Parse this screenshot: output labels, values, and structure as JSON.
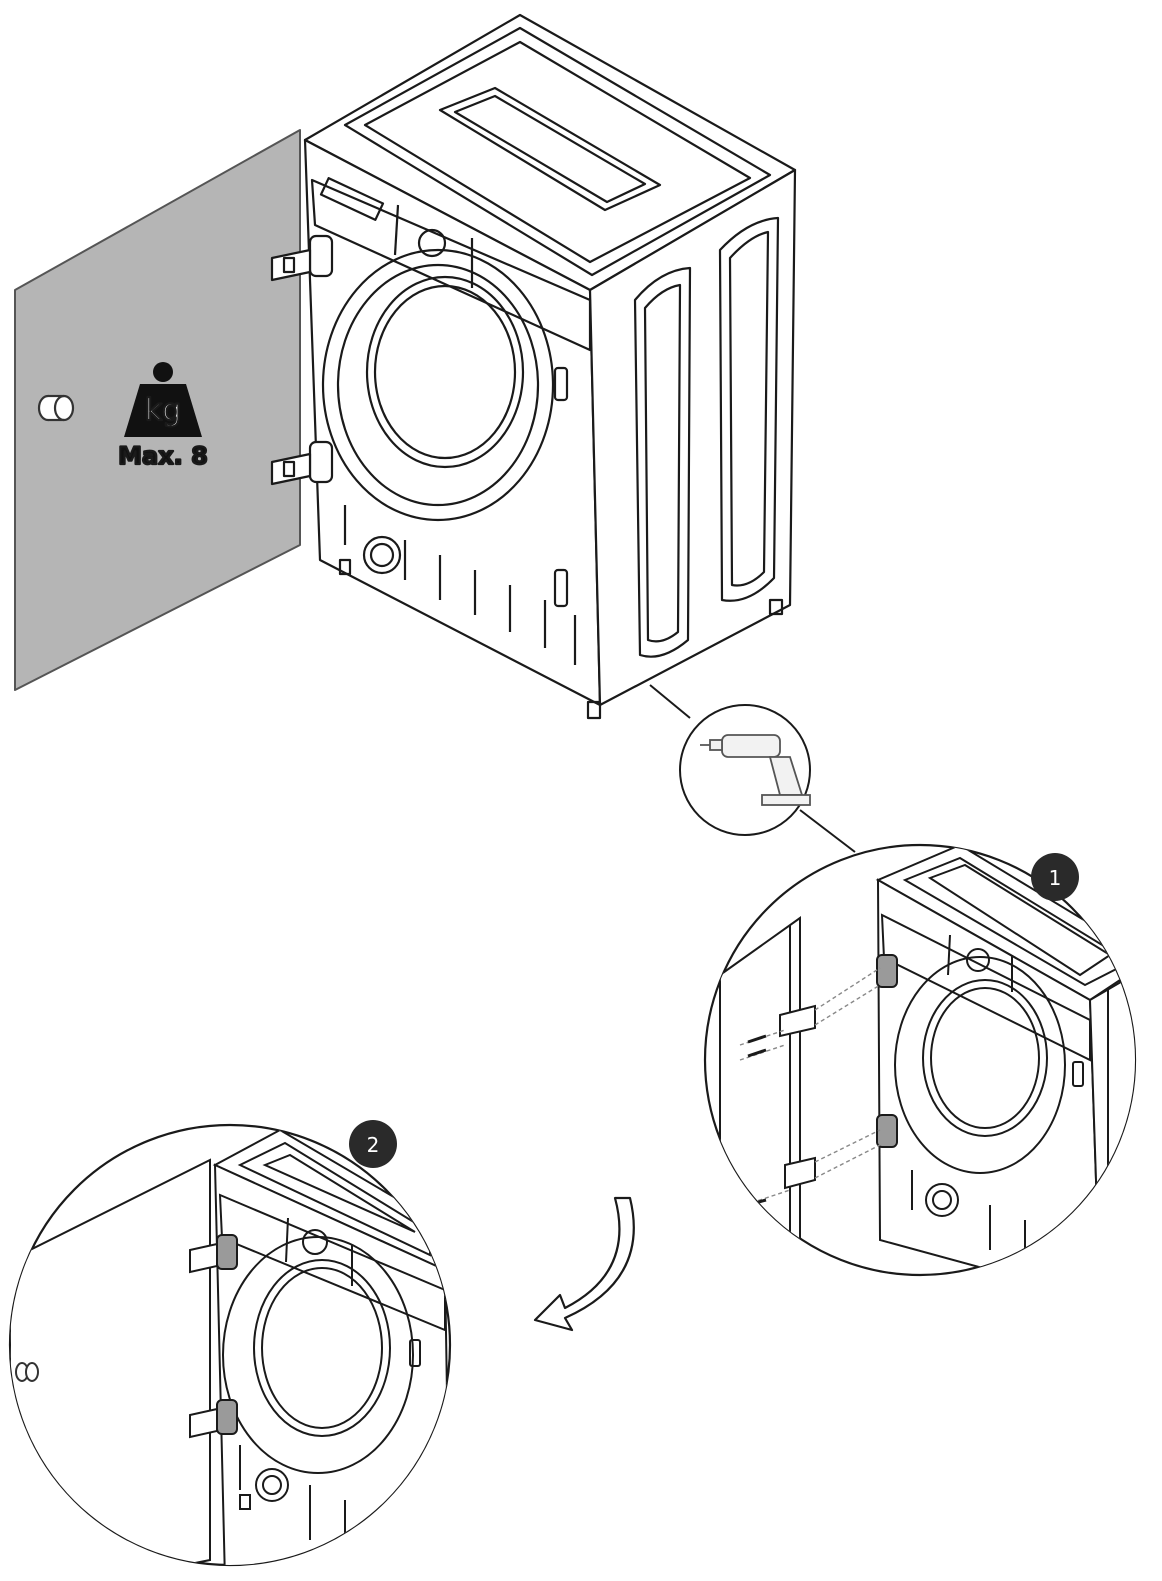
{
  "weight_badge": {
    "unit": "kg",
    "limit": "Max. 8"
  },
  "steps": [
    {
      "number": "1"
    },
    {
      "number": "2"
    }
  ],
  "icons": {
    "tool": "cordless-drill-icon",
    "weight": "weight-icon",
    "direction": "curved-arrow-icon"
  },
  "colors": {
    "door_panel": "#b5b5b5",
    "line": "#1a1a1a",
    "badge": "#111111",
    "step_badge": "#2a2a2a"
  }
}
